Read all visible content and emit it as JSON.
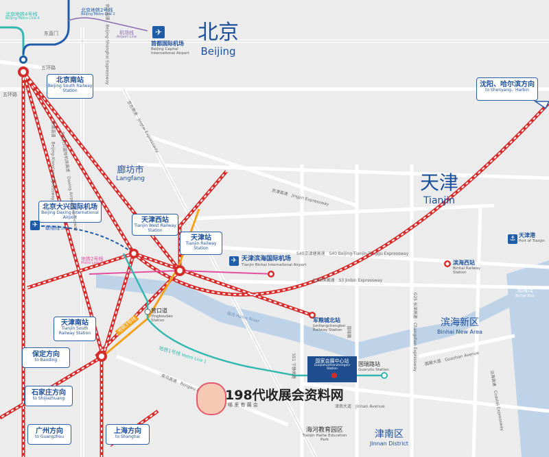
{
  "colors": {
    "rail_red": "#d62b2b",
    "metro_blue": "#1f5ca8",
    "metro_teal": "#33b7b0",
    "metro_orange": "#f4a11b",
    "metro_pink": "#e24fa0",
    "metro_purple": "#8e6cb4",
    "metro_link": "#1f5ca8",
    "river": "#bfd3e8",
    "expo_block": "#1f4e8f",
    "brand_blue": "#1d4f99"
  },
  "cities": {
    "beijing": {
      "zh": "北京",
      "en": "Beijing"
    },
    "tianjin": {
      "zh": "天津",
      "en": "Tianjin"
    },
    "langfang": {
      "zh": "廊坊市",
      "en": "Langfang"
    },
    "binhai": {
      "zh": "滨海新区",
      "en": "Binhai New Area"
    },
    "jinnan": {
      "zh": "津南区",
      "en": "Jinnan District"
    },
    "haihe_edu": {
      "zh": "海河教育园区",
      "en": "Tianjin Haihe Education Park"
    },
    "bohai": {
      "zh": "渤海湾",
      "en": "Bohai Bay"
    }
  },
  "metro_lines": {
    "bj4": {
      "zh": "北京地铁4号线",
      "en": "Beijing Metro Line 4"
    },
    "bj2": {
      "zh": "北京地铁2号线",
      "en": "Beijing Metro Line 2"
    },
    "airport": {
      "zh": "机场线",
      "en": "Airport Line"
    },
    "tj2": {
      "zh": "地铁2号线",
      "en": "Metro Line 2"
    },
    "tj3": {
      "zh": "地铁3号线",
      "en": "Metro Line 3"
    },
    "tj1": {
      "zh": "地铁1号线",
      "en": "Metro Line 1"
    },
    "link": {
      "zh": "联络线",
      "en": "Link"
    }
  },
  "stations": {
    "bj_south": {
      "zh": "北京南站",
      "en": "Beijing South Railway Station"
    },
    "daxing": {
      "zh": "北京大兴国际机场",
      "en": "Beijing Daxing International Airport"
    },
    "capital": {
      "zh": "首都国际机场",
      "en": "Beijing Capital International Airport"
    },
    "tj_west": {
      "zh": "天津西站",
      "en": "Tianjin West Railway Station"
    },
    "tj_station": {
      "zh": "天津站",
      "en": "Tianjin Railway Station"
    },
    "tj_south": {
      "zh": "天津南站",
      "en": "Tianjin South Railway Station"
    },
    "binhai_airport": {
      "zh": "天津滨海国际机场",
      "en": "Tianjin Binhai International Airport"
    },
    "binhai_west": {
      "zh": "滨海西站",
      "en": "Binhai Railway Station"
    },
    "junliang": {
      "zh": "军粮城北站",
      "en": "Junliangchengbei Railway Station"
    },
    "port": {
      "zh": "天津港",
      "en": "Port of Tianjin"
    },
    "yingkoudao": {
      "zh": "营口道",
      "en": "Yingkoudao Station"
    },
    "expo": {
      "zh": "国家会展中心站",
      "en": "Guojiahuizhanzhongxin Station"
    },
    "guorui": {
      "zh": "国瑞路站",
      "en": "Guoruilu Station"
    }
  },
  "directions": {
    "shenyang": {
      "zh": "沈阳、哈尔滨方向",
      "en": "to Shenyang、Harbin"
    },
    "baoding": {
      "zh": "保定方向",
      "en": "to Baoding"
    },
    "shijiazhuang": {
      "zh": "石家庄方向",
      "en": "to Shijiazhuang"
    },
    "guangzhou": {
      "zh": "广州方向",
      "en": "to Guangzhou"
    },
    "shanghai": {
      "zh": "上海方向",
      "en": "to Shanghai"
    }
  },
  "places": {
    "dongzhimen": "东直门",
    "fifth_ring": "五环路",
    "sixth_ring": "五环路",
    "haihe_zh": "海河",
    "haihe_en": "Haihe River"
  },
  "roads": {
    "s40": "S40京津塘高速　S40 Beijing-Tianjin-Tanggu Expressway",
    "s3": "S3津滨高速　S3 Jinbin Expressway",
    "jingjin": "京津高速　Jingjin Expressway",
    "airport_exp": "京台高速　Jingtai Expressway",
    "g25": "G25 长深高速　Changshen Expressway",
    "guozhan": "国展大道　Guozhan Avenue",
    "coastal": "沿海高速　Coastal Expressway",
    "s51": "S51 宁静高速",
    "jinnan_ave": "津南大道　Jinnan Avenue",
    "rongwu": "荣乌高速　Rongwu Expressway",
    "jijin": "京雄高速　Beijing-Xiong'an Expressway",
    "daxing_exp": "北京大兴国际机场高速　Daxing Airport Expressway",
    "zhanzhan": "京沪高速　Beijing-Shanghai Expressway",
    "guorui_rd": "国瑞路"
  },
  "watermark": {
    "title": "198代收展会资料网",
    "subtitle": "哪 里 有 展 会"
  },
  "icons": {
    "plane": "airplane-icon",
    "anchor": "anchor-icon",
    "rail": "railway-station-icon",
    "metro": "metro-icon"
  }
}
